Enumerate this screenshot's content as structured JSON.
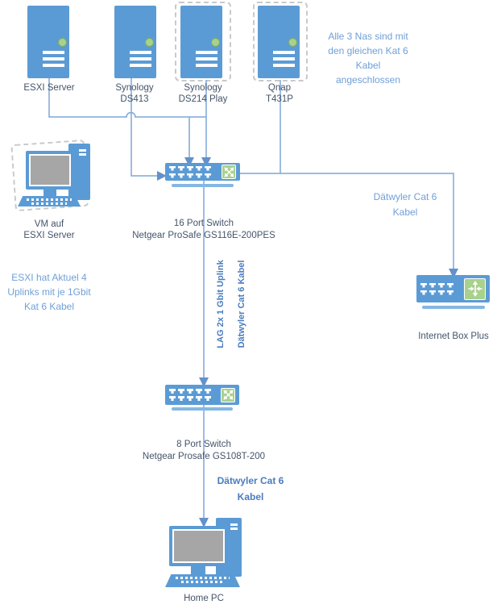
{
  "colors": {
    "shape_blue": "#5b9bd5",
    "shape_shadow_blue": "#85b7e2",
    "screen_gray": "#a6a6a6",
    "green_accent": "#a9d18e",
    "connector_blue": "#7ea6d8",
    "arrowhead_blue": "#6391cb",
    "annotation_blue": "#6f9fd8",
    "annotation_blue_bold": "#4a7cbe",
    "label_color": "#44546a",
    "dash_gray": "#c9c9c9"
  },
  "servers": [
    {
      "line1": "ESXI Server",
      "line2": ""
    },
    {
      "line1": "Synology",
      "line2": "DS413"
    },
    {
      "line1": "Synology",
      "line2": "DS214 Play"
    },
    {
      "line1": "Qnap",
      "line2": "T431P"
    }
  ],
  "devices": {
    "vm_pc": {
      "line1": "VM auf",
      "line2": "ESXI Server"
    },
    "switch16": {
      "line1": "16 Port Switch",
      "line2": "Netgear ProSafe GS116E-200PES"
    },
    "switch8": {
      "line1": "8 Port Switch",
      "line2": "Netgear Prosafe GS108T-200"
    },
    "internet_box": {
      "label": "Internet Box Plus"
    },
    "home_pc": {
      "label": "Home PC"
    }
  },
  "annotations": {
    "nas_note": {
      "line1": "Alle 3 Nas sind mit",
      "line2": "den gleichen Kat 6",
      "line3": "Kabel",
      "line4": "angeschlossen"
    },
    "esxi_note": {
      "line1": "ESXI hat Aktuel 4",
      "line2": "Uplinks mit je 1Gbit",
      "line3": "Kat 6 Kabel"
    },
    "router_cable_note": {
      "line1": "Dätwyler Cat 6",
      "line2": "Kabel"
    },
    "pc_cable_note": {
      "line1": "Dätwyler Cat 6",
      "line2": "Kabel"
    },
    "lag_uplink_vertical": "LAG 2x 1 Gbit Uplink",
    "cable_vertical": "Dätwyler Cat 6 Kabel"
  }
}
